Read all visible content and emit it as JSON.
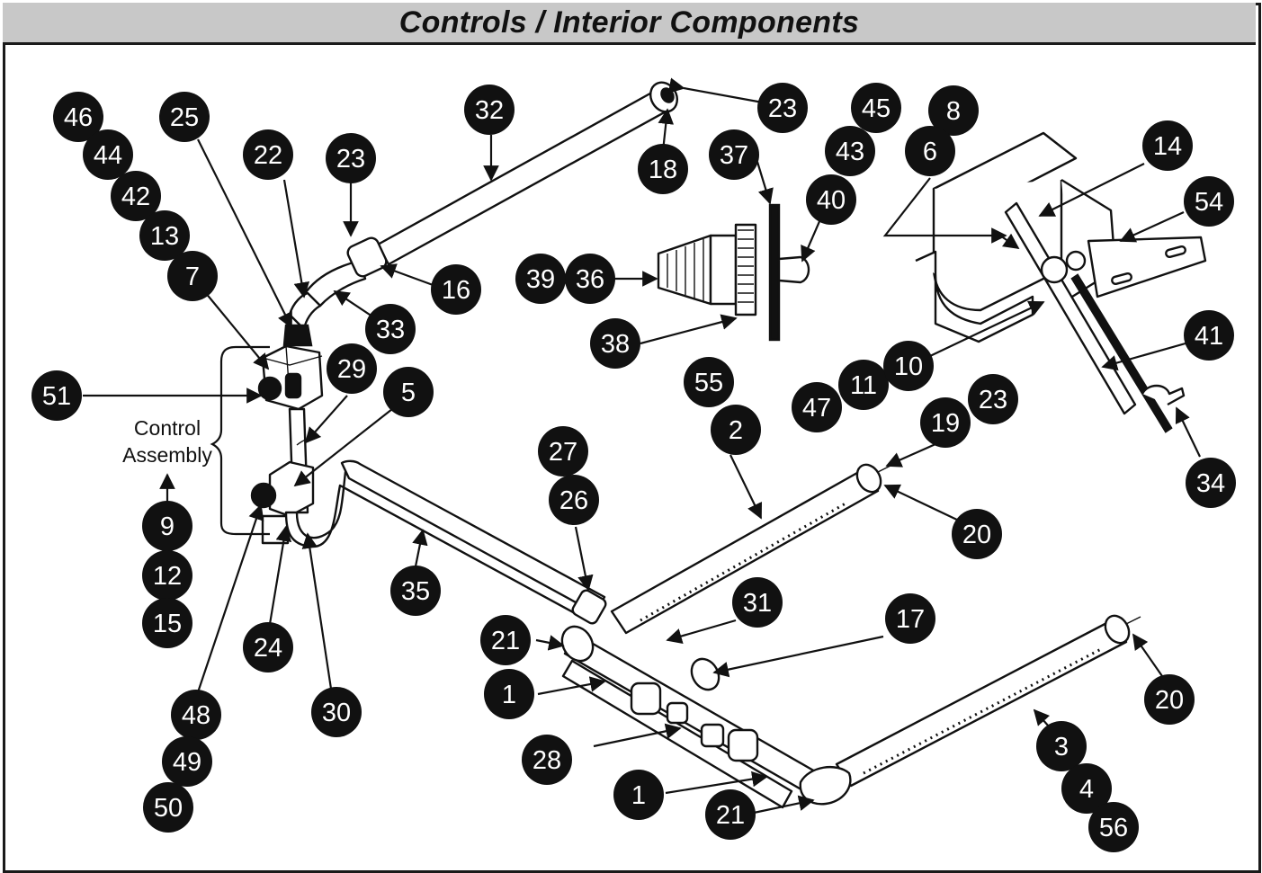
{
  "title": "Controls / Interior Components",
  "control_assembly_label": [
    "Control",
    "Assembly"
  ],
  "callouts": [
    "46",
    "44",
    "42",
    "13",
    "7",
    "25",
    "22",
    "23",
    "32",
    "23",
    "18",
    "16",
    "33",
    "37",
    "45",
    "43",
    "40",
    "8",
    "6",
    "14",
    "54",
    "39",
    "36",
    "38",
    "51",
    "29",
    "5",
    "55",
    "2",
    "47",
    "11",
    "10",
    "41",
    "19",
    "23",
    "34",
    "9",
    "12",
    "15",
    "27",
    "26",
    "20",
    "35",
    "31",
    "17",
    "21",
    "1",
    "28",
    "1",
    "21",
    "24",
    "30",
    "48",
    "49",
    "50",
    "20",
    "3",
    "4",
    "56"
  ]
}
